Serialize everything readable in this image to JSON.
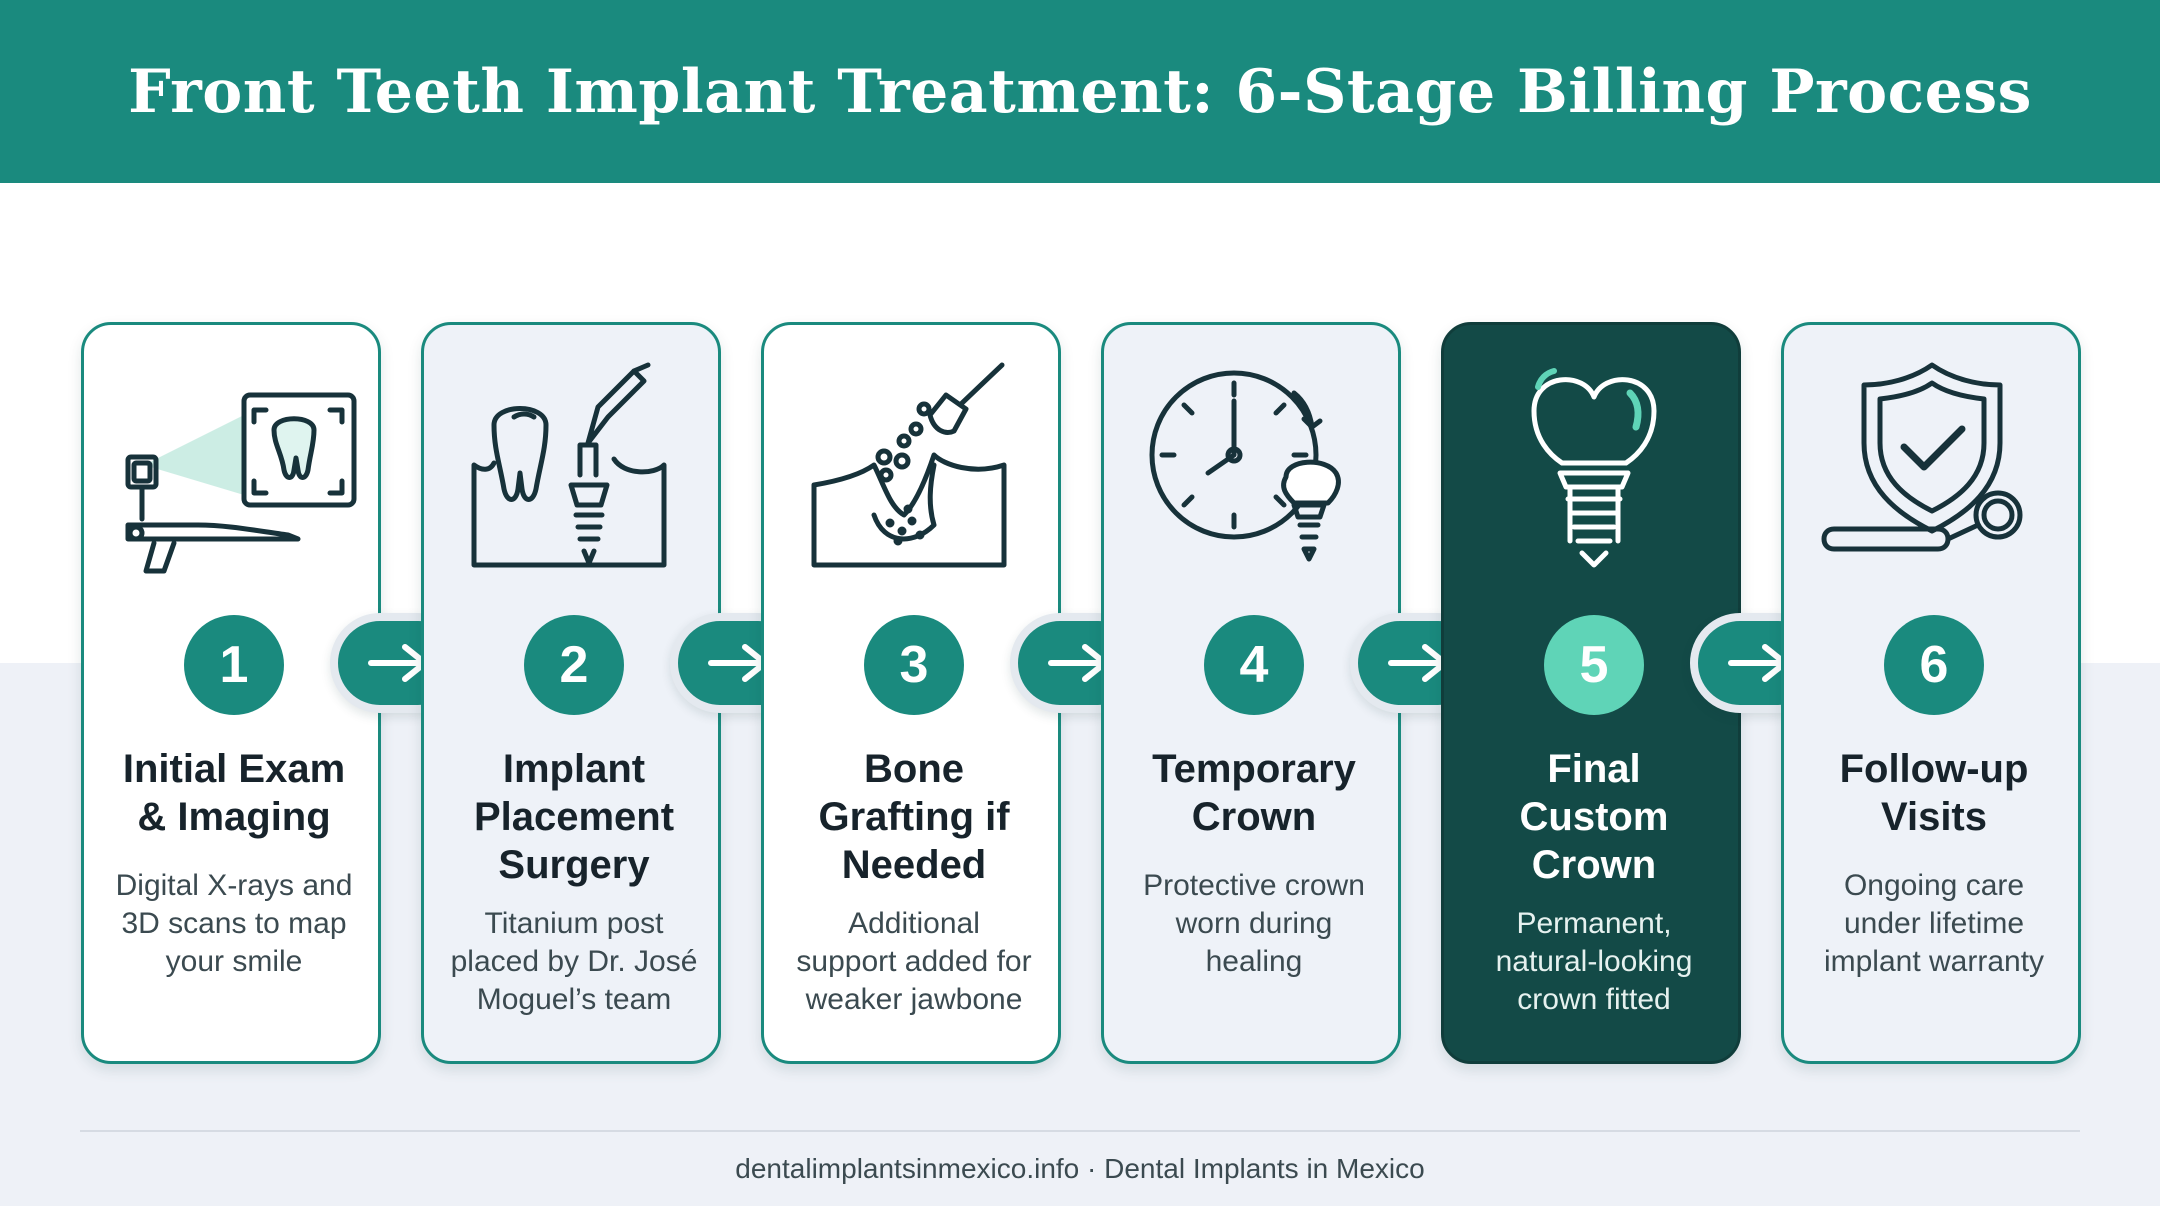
{
  "header": {
    "title": "Front Teeth Implant Treatment: 6-Stage Billing Process"
  },
  "stages": [
    {
      "number": "1",
      "title_lines": [
        "Initial Exam",
        "& Imaging"
      ],
      "desc_lines": [
        "Digital X-rays and",
        "3D scans to map",
        "your smile"
      ],
      "icon": "dental-xray-scanner-icon"
    },
    {
      "number": "2",
      "title_lines": [
        "Implant",
        "Placement",
        "Surgery"
      ],
      "desc_lines": [
        "Titanium post",
        "placed by Dr. José",
        "Moguel’s team"
      ],
      "icon": "implant-surgery-icon"
    },
    {
      "number": "3",
      "title_lines": [
        "Bone",
        "Grafting if",
        "Needed"
      ],
      "desc_lines": [
        "Additional",
        "support added for",
        "weaker jawbone"
      ],
      "icon": "bone-graft-icon"
    },
    {
      "number": "4",
      "title_lines": [
        "Temporary",
        "Crown"
      ],
      "desc_lines": [
        "Protective crown",
        "worn during",
        "healing"
      ],
      "icon": "clock-crown-icon"
    },
    {
      "number": "5",
      "title_lines": [
        "Final",
        "Custom",
        "Crown"
      ],
      "desc_lines": [
        "Permanent,",
        "natural-looking",
        "crown fitted"
      ],
      "icon": "implant-crown-icon"
    },
    {
      "number": "6",
      "title_lines": [
        "Follow-up",
        "Visits"
      ],
      "desc_lines": [
        "Ongoing care",
        "under lifetime",
        "implant warranty"
      ],
      "icon": "shield-check-mirror-icon"
    }
  ],
  "footer": {
    "text": "dentalimplantsinmexico.info · Dental Implants in Mexico"
  },
  "colors": {
    "teal": "#1a8a7e",
    "dark_card": "#134a47",
    "highlight_number": "#5fd4b7",
    "header_bg": "#1a8a7e"
  }
}
